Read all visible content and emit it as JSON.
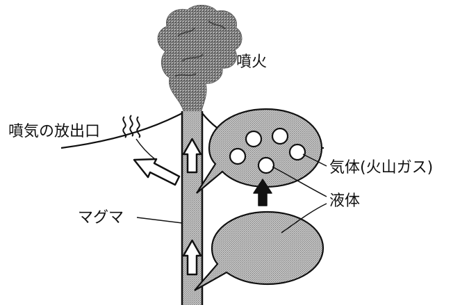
{
  "labels": {
    "eruption": "噴火",
    "fumarole": "噴気の放出口",
    "magma": "マグマ",
    "gas": "気体(火山ガス)",
    "liquid": "液体"
  }
}
